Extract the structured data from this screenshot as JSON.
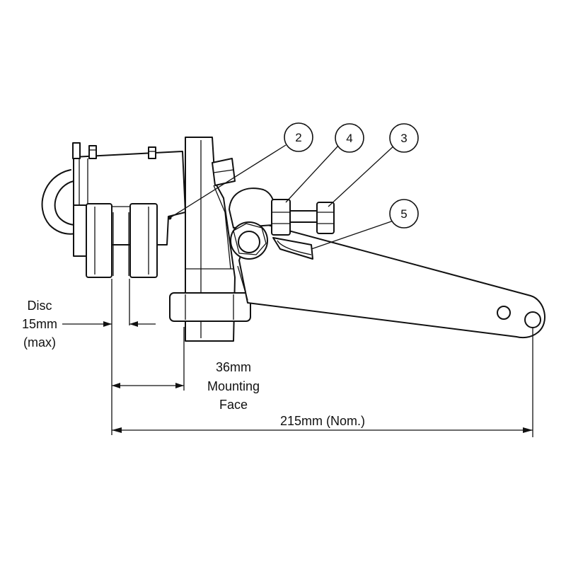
{
  "callouts": [
    {
      "id": "2",
      "label": "2"
    },
    {
      "id": "4",
      "label": "4"
    },
    {
      "id": "3",
      "label": "3"
    },
    {
      "id": "5",
      "label": "5"
    }
  ],
  "dimensions": {
    "disc": {
      "line1": "Disc",
      "line2": "15mm",
      "line3": "(max)"
    },
    "mounting": {
      "line1": "36mm",
      "line2": "Mounting",
      "line3": "Face"
    },
    "overall": {
      "label": "215mm (Nom.)"
    }
  }
}
